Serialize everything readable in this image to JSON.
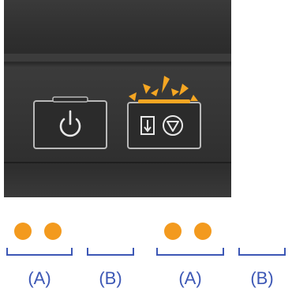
{
  "colors": {
    "lamp_on": "#f39a1e",
    "bracket": "#3c57b5",
    "panel": "#2f2f2f",
    "button_outline": "#c8c8c8"
  },
  "panel": {
    "power_button": {
      "icon": "power-icon"
    },
    "stop_resume_button": {
      "icon": "resume-stop-icon",
      "lamp_state": "flashing"
    }
  },
  "timeline": {
    "segments": [
      {
        "label": "(A)",
        "lamp_lit": true
      },
      {
        "label": "(B)",
        "lamp_lit": false
      },
      {
        "label": "(A)",
        "lamp_lit": true
      },
      {
        "label": "(B)",
        "lamp_lit": false
      }
    ]
  }
}
